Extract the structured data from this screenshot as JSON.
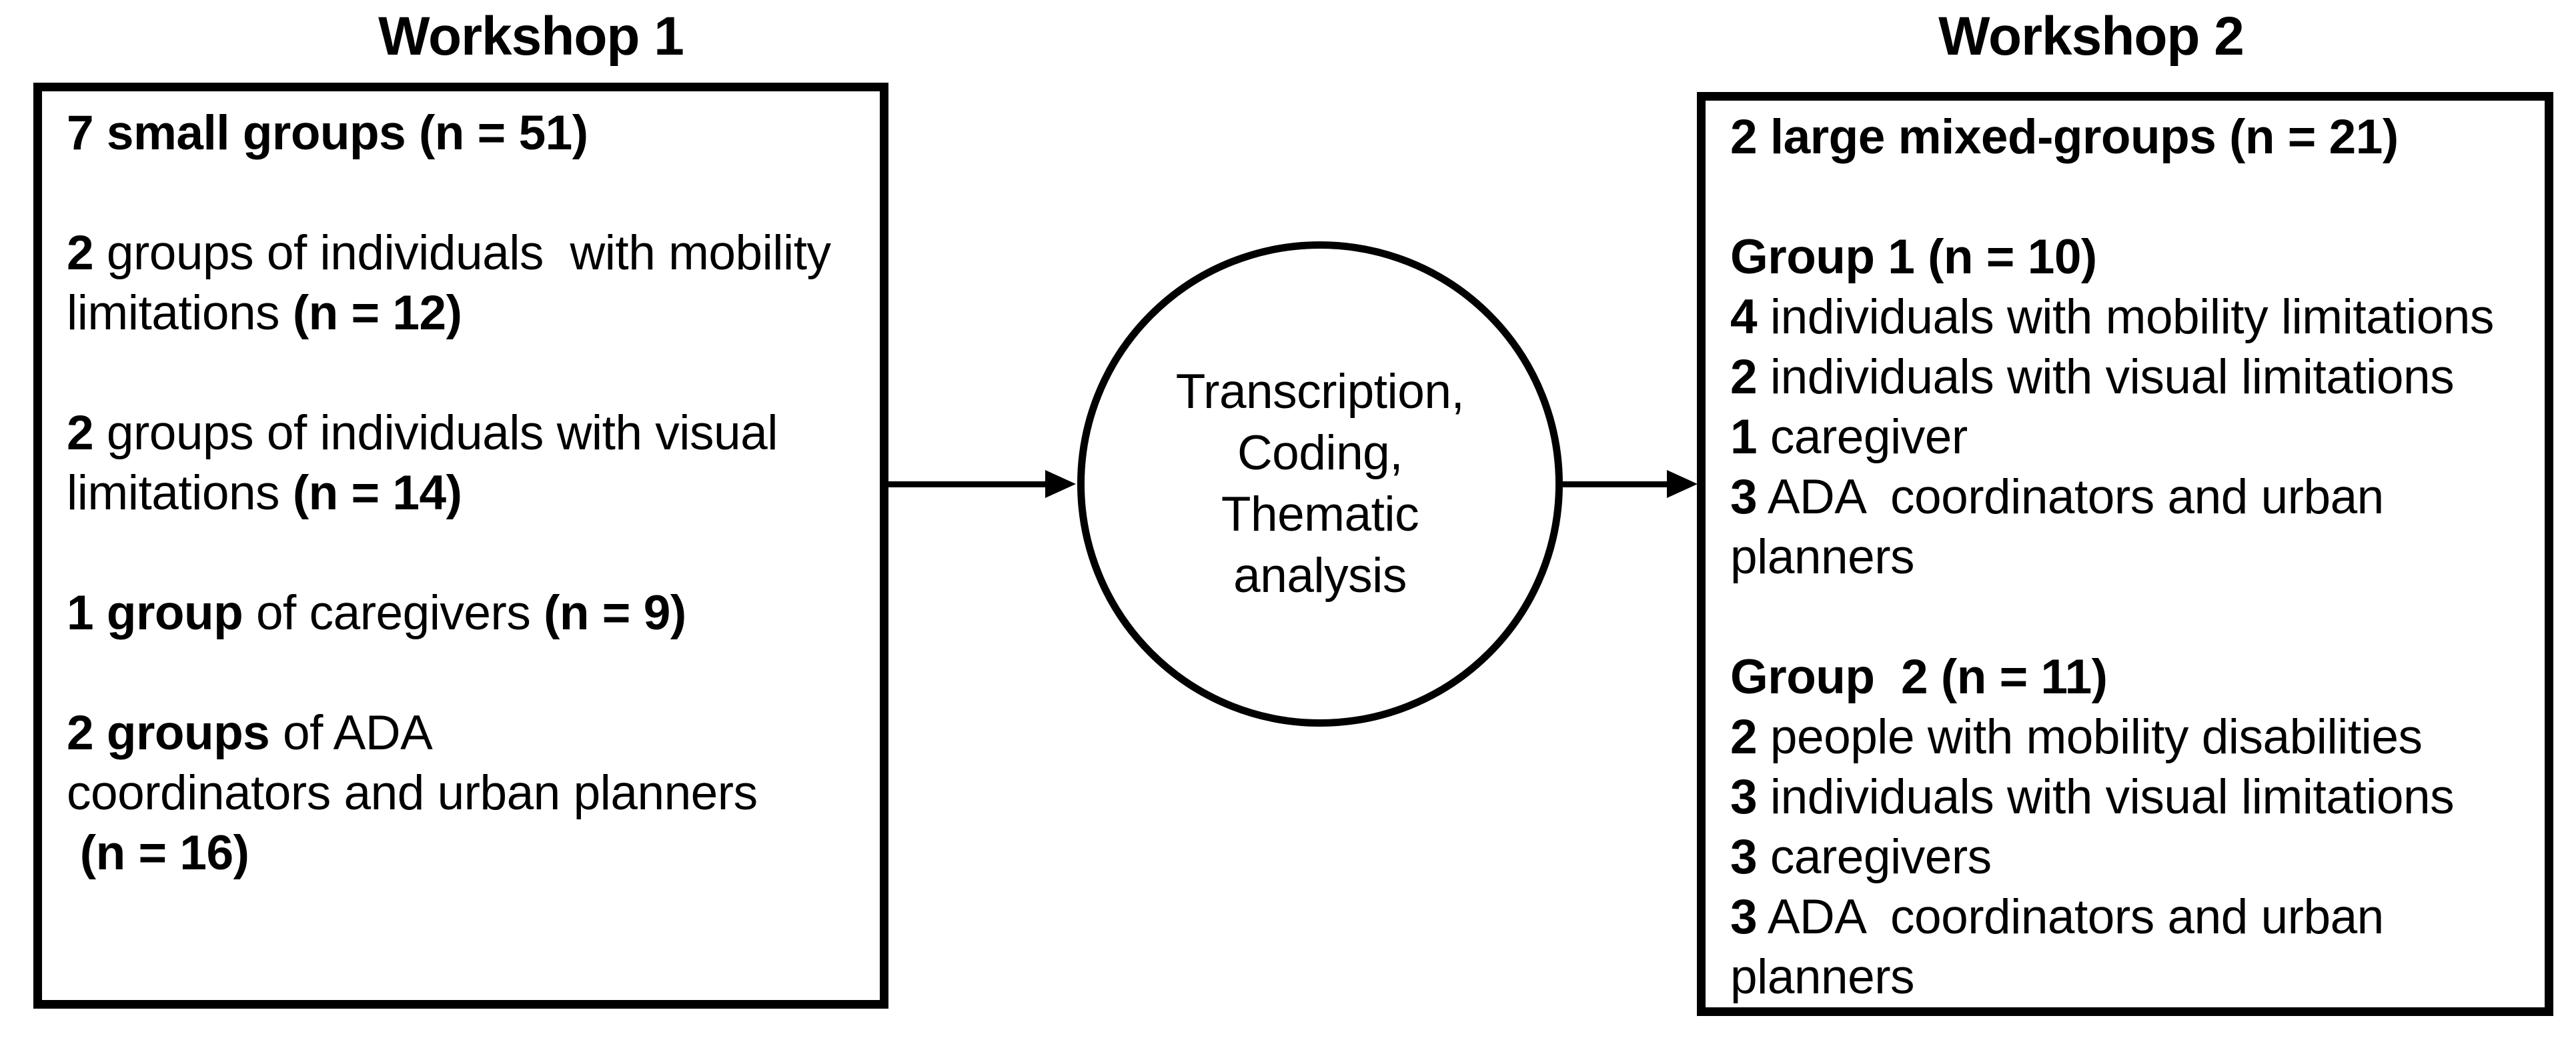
{
  "colors": {
    "ink": "#000000",
    "background": "#ffffff"
  },
  "workshop1": {
    "title": "Workshop 1",
    "paragraphs": [
      {
        "lines": [
          {
            "segs": [
              {
                "t": "7 small groups (n = 51)",
                "b": true
              }
            ]
          }
        ]
      },
      {
        "lines": [
          {
            "segs": [
              {
                "t": "2",
                "b": true
              },
              {
                "t": " groups of individuals  with mobility",
                "b": false
              }
            ]
          },
          {
            "segs": [
              {
                "t": "limitations ",
                "b": false
              },
              {
                "t": "(n = 12)",
                "b": true
              }
            ]
          }
        ]
      },
      {
        "lines": [
          {
            "segs": [
              {
                "t": "2",
                "b": true
              },
              {
                "t": " groups of individuals with visual",
                "b": false
              }
            ]
          },
          {
            "segs": [
              {
                "t": "limitations ",
                "b": false
              },
              {
                "t": "(n = 14)",
                "b": true
              }
            ]
          }
        ]
      },
      {
        "lines": [
          {
            "segs": [
              {
                "t": "1 group",
                "b": true
              },
              {
                "t": " of caregivers ",
                "b": false
              },
              {
                "t": "(n = 9)",
                "b": true
              }
            ]
          }
        ]
      },
      {
        "lines": [
          {
            "segs": [
              {
                "t": "2 groups",
                "b": true
              },
              {
                "t": " of ADA",
                "b": false
              }
            ]
          },
          {
            "segs": [
              {
                "t": "coordinators and urban planners",
                "b": false
              }
            ]
          },
          {
            "segs": [
              {
                "t": " ",
                "b": false
              },
              {
                "t": "(n = 16)",
                "b": true
              }
            ]
          }
        ]
      }
    ]
  },
  "process": {
    "lines": [
      "Transcription,",
      "Coding,",
      "Thematic",
      "analysis"
    ]
  },
  "workshop2": {
    "title": "Workshop 2",
    "paragraphs": [
      {
        "lines": [
          {
            "segs": [
              {
                "t": "2 large mixed-groups (n = 21)",
                "b": true
              }
            ]
          }
        ]
      },
      {
        "lines": [
          {
            "segs": [
              {
                "t": "Group 1 (n = 10)",
                "b": true
              }
            ]
          },
          {
            "segs": [
              {
                "t": "4",
                "b": true
              },
              {
                "t": " individuals with mobility limitations",
                "b": false
              }
            ]
          },
          {
            "segs": [
              {
                "t": "2",
                "b": true
              },
              {
                "t": " individuals with visual limitations",
                "b": false
              }
            ]
          },
          {
            "segs": [
              {
                "t": "1",
                "b": true
              },
              {
                "t": " caregiver",
                "b": false
              }
            ]
          },
          {
            "segs": [
              {
                "t": "3",
                "b": true
              },
              {
                "t": " ADA  coordinators and urban",
                "b": false
              }
            ]
          },
          {
            "segs": [
              {
                "t": "planners",
                "b": false
              }
            ]
          }
        ]
      },
      {
        "lines": [
          {
            "segs": [
              {
                "t": "Group  2 (n = 11)",
                "b": true
              }
            ]
          },
          {
            "segs": [
              {
                "t": "2",
                "b": true
              },
              {
                "t": " people with mobility disabilities",
                "b": false
              }
            ]
          },
          {
            "segs": [
              {
                "t": "3",
                "b": true
              },
              {
                "t": " individuals with visual limitations",
                "b": false
              }
            ]
          },
          {
            "segs": [
              {
                "t": "3",
                "b": true
              },
              {
                "t": " caregivers",
                "b": false
              }
            ]
          },
          {
            "segs": [
              {
                "t": "3",
                "b": true
              },
              {
                "t": " ADA  coordinators and urban",
                "b": false
              }
            ]
          },
          {
            "segs": [
              {
                "t": "planners",
                "b": false
              }
            ]
          }
        ]
      }
    ]
  }
}
